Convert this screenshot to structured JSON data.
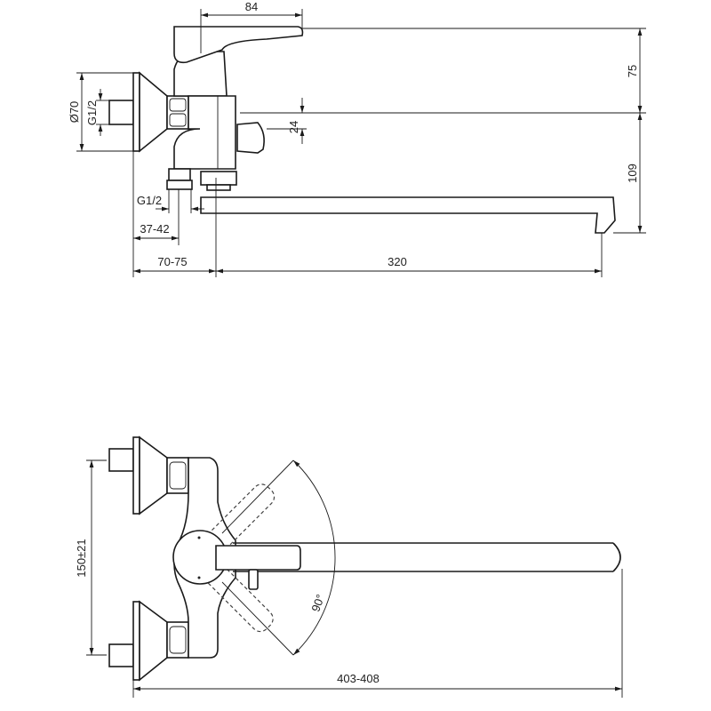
{
  "drawing": {
    "side_view": {
      "dim_lever_width": "84",
      "dim_lever_height": "75",
      "dim_flange_diameter": "Ø70",
      "dim_inlet_thread": "G1/2",
      "dim_diverter": "24",
      "dim_spout_height": "109",
      "dim_outlet_thread": "G1/2",
      "dim_outlet_offset": "37-42",
      "dim_wall_to_spout": "70-75",
      "dim_spout_reach": "320"
    },
    "top_view": {
      "dim_centers": "150±21",
      "dim_rotation": "90°",
      "dim_total_length": "403-408"
    }
  }
}
